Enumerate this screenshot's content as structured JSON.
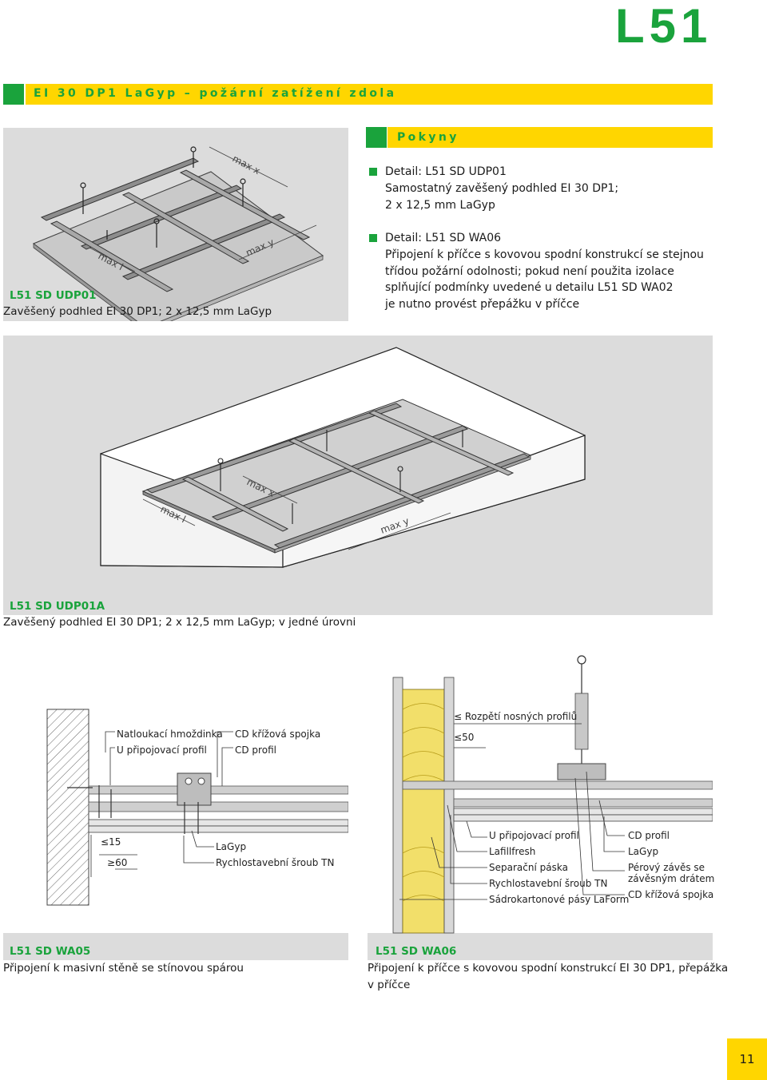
{
  "page": {
    "code": "L51",
    "number": "11"
  },
  "header": {
    "title": "EI 30 DP1 LaGyp – požární zatížení zdola"
  },
  "notes": {
    "title": "Pokyny",
    "items": [
      {
        "title": "Detail: L51 SD UDP01",
        "lines": [
          "Samostatný zavěšený podhled EI 30 DP1;",
          "2 x 12,5 mm LaGyp"
        ]
      },
      {
        "title": "Detail: L51 SD WA06",
        "lines": [
          "Připojení k příčce s kovovou spodní konstrukcí se stejnou",
          "třídou požární odolnosti; pokud není použita izolace",
          "splňující podmínky uvedené u detailu L51 SD WA02",
          "je nutno provést přepážku v příčce"
        ]
      }
    ]
  },
  "figures": {
    "udp01": {
      "code": "L51 SD UDP01",
      "desc": "Zavěšený podhled EI 30 DP1; 2 x 12,5 mm LaGyp",
      "dims": {
        "max_x": "max x",
        "max_y": "max y",
        "max_l": "max l"
      }
    },
    "udp01a": {
      "code": "L51 SD UDP01A",
      "desc": "Zavěšený podhled EI 30 DP1; 2 x 12,5 mm LaGyp; v jedné úrovni",
      "dims": {
        "max_x": "max x",
        "max_y": "max y",
        "max_l": "max l"
      }
    },
    "wa05": {
      "code": "L51 SD WA05",
      "desc": "Připojení k masivní stěně se stínovou spárou",
      "labels": {
        "anchor": "Natloukací hmoždinka",
        "u_profile": "U připojovací profil",
        "cross": "CD křížová spojka",
        "cd": "CD profil",
        "le15": "15",
        "ge60": "60",
        "lagyp": "LaGyp",
        "screw": "Rychlostavební šroub TN"
      }
    },
    "wa06": {
      "code": "L51 SD WA06",
      "desc_line1": "Připojení k příčce s kovovou spodní konstrukcí EI 30 DP1, přepážka",
      "desc_line2": "v příčce",
      "labels": {
        "span": "Rozpětí nosných profilů",
        "le50": "50",
        "u_profile": "U připojovací profil",
        "lafill": "Lafillfresh",
        "tape": "Separační páska",
        "screw": "Rychlostavební šroub TN",
        "laform": "Sádrokartonové pásy LaForm",
        "cd": "CD profil",
        "lagyp": "LaGyp",
        "hanger1": "Pérový závěs se",
        "hanger2": "závěsným drátem",
        "cross": "CD křížová spojka"
      }
    }
  },
  "colors": {
    "accent": "#1aa33c",
    "highlight": "#ffd600",
    "panel": "#dcdcdc"
  }
}
